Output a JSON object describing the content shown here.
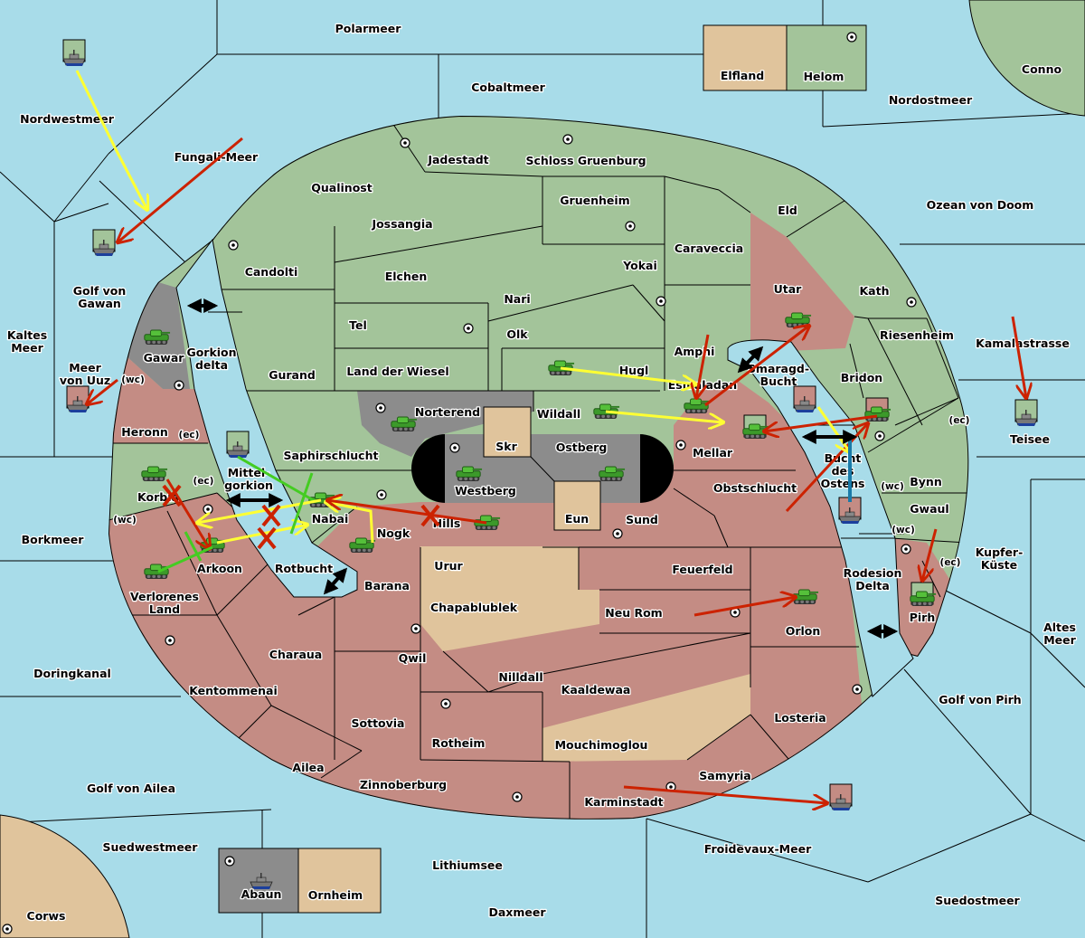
{
  "colors": {
    "sea": "#a8dce9",
    "green_power": "#a3c49a",
    "red_power": "#c48c84",
    "gray_power": "#8c8c8c",
    "neutral": "#e0c49c",
    "capsule": "#000000",
    "order_move_red": "#cc2200",
    "order_yellow": "#ffff33",
    "order_green": "#44cc22",
    "convoy_line": "#1a7aa8"
  },
  "regions": [
    {
      "lines": [
        "Polarmeer"
      ],
      "type": "sea"
    },
    {
      "lines": [
        "Cobaltmeer"
      ],
      "type": "sea"
    },
    {
      "lines": [
        "Elfland"
      ],
      "type": "neutral"
    },
    {
      "lines": [
        "Helom"
      ],
      "type": "green"
    },
    {
      "lines": [
        "Conno"
      ],
      "type": "green"
    },
    {
      "lines": [
        "Nordostmeer"
      ],
      "type": "sea"
    },
    {
      "lines": [
        "Nordwestmeer"
      ],
      "type": "sea"
    },
    {
      "lines": [
        "Fungali-Meer"
      ],
      "type": "sea"
    },
    {
      "lines": [
        "Jadestadt"
      ],
      "type": "green"
    },
    {
      "lines": [
        "Schloss Gruenburg"
      ],
      "type": "green"
    },
    {
      "lines": [
        "Qualinost"
      ],
      "type": "green"
    },
    {
      "lines": [
        "Gruenheim"
      ],
      "type": "green"
    },
    {
      "lines": [
        "Eld"
      ],
      "type": "green"
    },
    {
      "lines": [
        "Ozean von Doom"
      ],
      "type": "sea"
    },
    {
      "lines": [
        "Jossangia"
      ],
      "type": "green"
    },
    {
      "lines": [
        "Caraveccia"
      ],
      "type": "green"
    },
    {
      "lines": [
        "Yokai"
      ],
      "type": "green"
    },
    {
      "lines": [
        "Candolti"
      ],
      "type": "green"
    },
    {
      "lines": [
        "Elchen"
      ],
      "type": "green"
    },
    {
      "lines": [
        "Golf von",
        "Gawan"
      ],
      "type": "sea"
    },
    {
      "lines": [
        "Utar"
      ],
      "type": "red"
    },
    {
      "lines": [
        "Kath"
      ],
      "type": "green"
    },
    {
      "lines": [
        "Nari"
      ],
      "type": "green"
    },
    {
      "lines": [
        "Tel"
      ],
      "type": "green"
    },
    {
      "lines": [
        "Olk"
      ],
      "type": "green"
    },
    {
      "lines": [
        "Riesenheim"
      ],
      "type": "green"
    },
    {
      "lines": [
        "Kaltes",
        "Meer"
      ],
      "type": "sea"
    },
    {
      "lines": [
        "Kamalastrasse"
      ],
      "type": "sea"
    },
    {
      "lines": [
        "Amphi"
      ],
      "type": "green"
    },
    {
      "lines": [
        "Gawar"
      ],
      "type": "gray"
    },
    {
      "lines": [
        "Gorkion",
        "delta"
      ],
      "type": "sea"
    },
    {
      "lines": [
        "Meer",
        "von Uuz"
      ],
      "type": "sea"
    },
    {
      "lines": [
        "Smaragd-",
        "Bucht"
      ],
      "type": "sea"
    },
    {
      "lines": [
        "Hugl"
      ],
      "type": "green"
    },
    {
      "lines": [
        "Land der Wiesel"
      ],
      "type": "green"
    },
    {
      "lines": [
        "Gurand"
      ],
      "type": "green"
    },
    {
      "lines": [
        "Bridon"
      ],
      "type": "green"
    },
    {
      "lines": [
        "Esmaladan"
      ],
      "type": "green"
    },
    {
      "lines": [
        "Norterend"
      ],
      "type": "gray"
    },
    {
      "lines": [
        "Wildall"
      ],
      "type": "green"
    },
    {
      "lines": [
        "Heronn"
      ],
      "type": "red"
    },
    {
      "lines": [
        "Teisee"
      ],
      "type": "sea"
    },
    {
      "lines": [
        "Skr"
      ],
      "type": "neutral"
    },
    {
      "lines": [
        "Ostberg"
      ],
      "type": "gray"
    },
    {
      "lines": [
        "Mellar"
      ],
      "type": "red"
    },
    {
      "lines": [
        "Saphirschlucht"
      ],
      "type": "green"
    },
    {
      "lines": [
        "Bucht",
        "des",
        "Ostens"
      ],
      "type": "sea"
    },
    {
      "lines": [
        "Mittel-",
        "gorkion"
      ],
      "type": "sea"
    },
    {
      "lines": [
        "Bynn"
      ],
      "type": "green"
    },
    {
      "lines": [
        "Obstschlucht"
      ],
      "type": "red"
    },
    {
      "lines": [
        "Westberg"
      ],
      "type": "gray"
    },
    {
      "lines": [
        "Korbia"
      ],
      "type": "green"
    },
    {
      "lines": [
        "Gwaul"
      ],
      "type": "green"
    },
    {
      "lines": [
        "Nabai"
      ],
      "type": "green"
    },
    {
      "lines": [
        "Eun"
      ],
      "type": "neutral"
    },
    {
      "lines": [
        "Sund"
      ],
      "type": "red"
    },
    {
      "lines": [
        "Hills"
      ],
      "type": "red"
    },
    {
      "lines": [
        "Nogk"
      ],
      "type": "red"
    },
    {
      "lines": [
        "Borkmeer"
      ],
      "type": "sea"
    },
    {
      "lines": [
        "Kupfer-",
        "Küste"
      ],
      "type": "sea"
    },
    {
      "lines": [
        "Urur"
      ],
      "type": "neutral"
    },
    {
      "lines": [
        "Feuerfeld"
      ],
      "type": "red"
    },
    {
      "lines": [
        "Arkoon"
      ],
      "type": "red"
    },
    {
      "lines": [
        "Rotbucht"
      ],
      "type": "sea"
    },
    {
      "lines": [
        "Rodesion",
        "Delta"
      ],
      "type": "sea"
    },
    {
      "lines": [
        "Barana"
      ],
      "type": "red"
    },
    {
      "lines": [
        "Verlorenes",
        "Land"
      ],
      "type": "red"
    },
    {
      "lines": [
        "Chapablublek"
      ],
      "type": "neutral"
    },
    {
      "lines": [
        "Neu Rom"
      ],
      "type": "red"
    },
    {
      "lines": [
        "Pirh"
      ],
      "type": "red"
    },
    {
      "lines": [
        "Orlon"
      ],
      "type": "red"
    },
    {
      "lines": [
        "Altes",
        "Meer"
      ],
      "type": "sea"
    },
    {
      "lines": [
        "Charaua"
      ],
      "type": "red"
    },
    {
      "lines": [
        "Qwil"
      ],
      "type": "red"
    },
    {
      "lines": [
        "Doringkanal"
      ],
      "type": "sea"
    },
    {
      "lines": [
        "Nilldall"
      ],
      "type": "red"
    },
    {
      "lines": [
        "Kentommenai"
      ],
      "type": "red"
    },
    {
      "lines": [
        "Kaaldewaa"
      ],
      "type": "red"
    },
    {
      "lines": [
        "Golf von Pirh"
      ],
      "type": "sea"
    },
    {
      "lines": [
        "Losteria"
      ],
      "type": "red"
    },
    {
      "lines": [
        "Sottovia"
      ],
      "type": "red"
    },
    {
      "lines": [
        "Rotheim"
      ],
      "type": "red"
    },
    {
      "lines": [
        "Mouchimoglou"
      ],
      "type": "neutral"
    },
    {
      "lines": [
        "Ailea"
      ],
      "type": "red"
    },
    {
      "lines": [
        "Samyria"
      ],
      "type": "red"
    },
    {
      "lines": [
        "Zinnoberburg"
      ],
      "type": "red"
    },
    {
      "lines": [
        "Golf von Ailea"
      ],
      "type": "sea"
    },
    {
      "lines": [
        "Karminstadt"
      ],
      "type": "red"
    },
    {
      "lines": [
        "Suedwestmeer"
      ],
      "type": "sea"
    },
    {
      "lines": [
        "Froidevaux-Meer"
      ],
      "type": "sea"
    },
    {
      "lines": [
        "Lithiumsee"
      ],
      "type": "sea"
    },
    {
      "lines": [
        "Abaun"
      ],
      "type": "gray"
    },
    {
      "lines": [
        "Ornheim"
      ],
      "type": "neutral"
    },
    {
      "lines": [
        "Suedostmeer"
      ],
      "type": "sea"
    },
    {
      "lines": [
        "Daxmeer"
      ],
      "type": "sea"
    },
    {
      "lines": [
        "Corws"
      ],
      "type": "neutral"
    }
  ],
  "coast_labels": [
    "(wc)",
    "(ec)",
    "(ec)",
    "(ec)",
    "(wc)",
    "(wc)",
    "(wc)",
    "(ec)"
  ],
  "units": [
    {
      "type": "fleet",
      "location": "Nordwestmeer",
      "marker": "green"
    },
    {
      "type": "fleet",
      "location": "Golf von Gawan",
      "marker": "green"
    },
    {
      "type": "fleet",
      "location": "Meer von Uuz",
      "marker": "red"
    },
    {
      "type": "fleet",
      "location": "Mittelgorkion",
      "marker": "green"
    },
    {
      "type": "fleet",
      "location": "Smaragd-Bucht",
      "marker": "red"
    },
    {
      "type": "fleet",
      "location": "Bucht des Ostens",
      "marker": "red"
    },
    {
      "type": "fleet",
      "location": "Teisee",
      "marker": "green"
    },
    {
      "type": "fleet",
      "location": "Froidevaux-Meer",
      "marker": "red"
    },
    {
      "type": "fleet",
      "location": "Abaun",
      "marker": ""
    },
    {
      "type": "army",
      "location": "Gawar",
      "marker": ""
    },
    {
      "type": "army",
      "location": "Norterend",
      "marker": ""
    },
    {
      "type": "army",
      "location": "Korbia",
      "marker": ""
    },
    {
      "type": "army",
      "location": "Nabai",
      "marker": ""
    },
    {
      "type": "army",
      "location": "Westberg",
      "marker": ""
    },
    {
      "type": "army",
      "location": "Ostberg",
      "marker": ""
    },
    {
      "type": "army",
      "location": "Hugl",
      "marker": ""
    },
    {
      "type": "army",
      "location": "Wildall",
      "marker": ""
    },
    {
      "type": "army",
      "location": "Esmaladan",
      "marker": ""
    },
    {
      "type": "army",
      "location": "Mellar",
      "marker": "green"
    },
    {
      "type": "army",
      "location": "Bridon",
      "marker": "red"
    },
    {
      "type": "army",
      "location": "Utar",
      "marker": ""
    },
    {
      "type": "army",
      "location": "Nogk",
      "marker": ""
    },
    {
      "type": "army",
      "location": "Hills",
      "marker": ""
    },
    {
      "type": "army",
      "location": "Arkoon",
      "marker": ""
    },
    {
      "type": "army",
      "location": "Verlorenes Land",
      "marker": ""
    },
    {
      "type": "army",
      "location": "Orlon",
      "marker": ""
    },
    {
      "type": "army",
      "location": "Pirh",
      "marker": "green"
    }
  ],
  "orders": [
    {
      "from": "Nordwestmeer",
      "to": "Golf von Gawan",
      "color": "yellow",
      "kind": "support"
    },
    {
      "from": "Fungali-Meer",
      "to": "Golf von Gawan",
      "color": "red",
      "kind": "move"
    },
    {
      "from": "Heronn",
      "to": "Meer von Uuz",
      "color": "red",
      "kind": "move"
    },
    {
      "from": "Mittelgorkion",
      "to": "Nabai",
      "color": "green",
      "kind": "support"
    },
    {
      "from": "Korbia",
      "to": "Arkoon",
      "color": "red",
      "kind": "move-failed"
    },
    {
      "from": "Arkoon",
      "to": "Nabai",
      "color": "yellow",
      "kind": "support"
    },
    {
      "from": "Nabai",
      "to": "Arkoon",
      "color": "yellow",
      "kind": "support"
    },
    {
      "from": "Nogk",
      "to": "Nabai",
      "color": "yellow",
      "kind": "support"
    },
    {
      "from": "Hills",
      "to": "Nabai",
      "color": "red",
      "kind": "move-failed"
    },
    {
      "from": "Verlorenes Land",
      "to": "Arkoon",
      "color": "green",
      "kind": "support"
    },
    {
      "from": "Hugl",
      "to": "Esmaladan",
      "color": "yellow",
      "kind": "support"
    },
    {
      "from": "Wildall",
      "to": "Mellar",
      "color": "yellow",
      "kind": "support"
    },
    {
      "from": "Amphi",
      "to": "Esmaladan",
      "color": "red",
      "kind": "move"
    },
    {
      "from": "Esmaladan",
      "to": "Utar",
      "color": "red",
      "kind": "move"
    },
    {
      "from": "Bridon",
      "to": "Mellar",
      "color": "red",
      "kind": "move"
    },
    {
      "from": "Obstschlucht",
      "to": "Bridon",
      "color": "red",
      "kind": "move"
    },
    {
      "from": "Smaragd-Bucht",
      "to": "Bucht des Ostens",
      "color": "yellow",
      "kind": "support"
    },
    {
      "from": "Bucht des Ostens",
      "to": "Bridon",
      "color": "blue",
      "kind": "convoy"
    },
    {
      "from": "Kamalastrasse",
      "to": "Teisee",
      "color": "red",
      "kind": "move"
    },
    {
      "from": "Gwaul",
      "to": "Pirh",
      "color": "red",
      "kind": "move"
    },
    {
      "from": "Neu Rom",
      "to": "Orlon",
      "color": "red",
      "kind": "move"
    },
    {
      "from": "Karminstadt",
      "to": "Froidevaux-Meer",
      "color": "red",
      "kind": "move"
    }
  ]
}
